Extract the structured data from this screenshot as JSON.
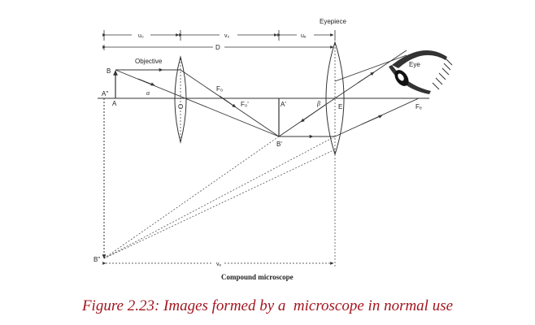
{
  "diagram": {
    "labels": {
      "eyepiece": "Eyepiece",
      "objective": "Objective",
      "eye": "Eye",
      "u_o": "u₀",
      "v_o": "v₀",
      "u_e": "uₑ",
      "D": "D",
      "v_e": "vₑ",
      "B": "B",
      "A": "A",
      "A_star": "A\"",
      "alpha": "α",
      "O": "O",
      "F_o": "F₀",
      "F_o_prime": "F₀'",
      "A_prime": "A'",
      "B_prime": "B'",
      "beta": "β",
      "E": "E",
      "F_e": "Fₑ",
      "B_dbl": "B\""
    },
    "subcaption": "Compound microscope"
  },
  "caption": "Figure 2.23: Images formed by a  microscope in normal use",
  "colors": {
    "caption": "#a2161f",
    "line": "#333333"
  }
}
